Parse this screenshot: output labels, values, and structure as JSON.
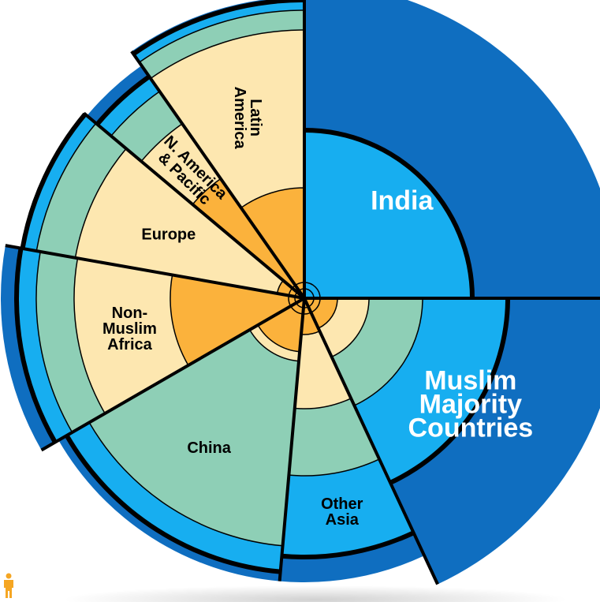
{
  "chart_data": {
    "type": "polar-area",
    "title": "",
    "rings": [
      "inner",
      "middle",
      "outer"
    ],
    "ring_colors": {
      "inner": "#fbb23c",
      "middle": "#fde7b0",
      "outer": "#8ecfb6",
      "blue_light": "#17aef0",
      "blue_dark": "#0f6ec0",
      "ink": "#000000"
    },
    "regions": [
      {
        "name": "India",
        "angle": 90,
        "label_lines": [
          "India"
        ],
        "label_color": "#ffffff",
        "r_inner": 1,
        "r_middle": 1,
        "r_outer": 1,
        "r_light": 210,
        "r_dark": 400,
        "fill_outer": "#17aef0",
        "fill_dark": "#0f6ec0"
      },
      {
        "name": "Muslim Majority Countries",
        "angle": 65,
        "label_lines": [
          "Muslim",
          "Majority",
          "Countries"
        ],
        "label_color": "#ffffff",
        "r_inner": 42,
        "r_middle": 82,
        "r_outer": 150,
        "r_light": 255,
        "r_dark": 400,
        "fill_outer": "#17aef0",
        "fill_dark": "#0f6ec0"
      },
      {
        "name": "Other Asia",
        "angle": 30,
        "label_lines": [
          "Other",
          "Asia"
        ],
        "label_color": "#000000",
        "r_inner": 46,
        "r_middle": 140,
        "r_outer": 225,
        "r_light": 325,
        "r_dark": 360,
        "fill_outer": "#17aef0",
        "fill_dark": "#0f6ec0"
      },
      {
        "name": "China",
        "angle": 55,
        "label_lines": [
          "China"
        ],
        "label_color": "#000000",
        "r_inner": 68,
        "r_middle": 80,
        "r_outer": 315,
        "r_light": 345,
        "r_dark": 360,
        "fill_outer": "#17aef0",
        "fill_dark": "#0f6ec0"
      },
      {
        "name": "Non-Muslim Africa",
        "angle": 40,
        "label_lines": [
          "Non-",
          "Muslim",
          "Africa"
        ],
        "label_color": "#000000",
        "r_inner": 170,
        "r_middle": 292,
        "r_outer": 340,
        "r_light": 362,
        "r_dark": 385,
        "fill_outer": "#17aef0",
        "fill_dark": "#0f6ec0"
      },
      {
        "name": "Europe",
        "angle": 30,
        "label_lines": [
          "Europe"
        ],
        "label_color": "#000000",
        "r_inner": 35,
        "r_middle": 295,
        "r_outer": 345,
        "r_light": 360,
        "r_dark": 365,
        "fill_outer": "#17aef0",
        "fill_dark": "#0f6ec0"
      },
      {
        "name": "N. America & Pacific",
        "angle": 15,
        "label_lines": [
          "N. America",
          "& Pacific"
        ],
        "label_color": "#000000",
        "r_inner": 185,
        "r_middle": 270,
        "r_outer": 320,
        "r_light": 340,
        "r_dark": 360,
        "fill_outer": "#17aef0",
        "fill_dark": "#0f6ec0"
      },
      {
        "name": "Latin America",
        "angle": 35,
        "label_lines": [
          "Latin",
          "America"
        ],
        "label_color": "#000000",
        "r_inner": 140,
        "r_middle": 340,
        "r_outer": 365,
        "r_light": 375,
        "r_dark": 382,
        "fill_outer": "#17aef0",
        "fill_dark": "#0f6ec0"
      }
    ],
    "start_angle": 0,
    "grid": false,
    "legend": "none"
  }
}
